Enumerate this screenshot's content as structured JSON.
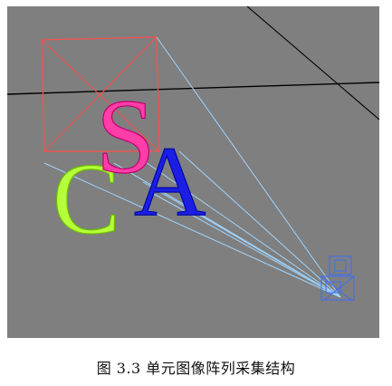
{
  "viewport": {
    "background": "#7f7f7f",
    "letters": [
      {
        "id": "S",
        "char": "S",
        "color": "#ff3ea8"
      },
      {
        "id": "A",
        "char": "A",
        "color": "#1c1ee6"
      },
      {
        "id": "C",
        "char": "C",
        "color": "#b6ff3a"
      }
    ],
    "colors": {
      "frustum_lines": "#9fd4ff",
      "frame_box": "#ff4d4d",
      "horizon_line": "#000000",
      "camera_icon": "#3b6cff"
    },
    "icons": [
      "camera-icon"
    ]
  },
  "caption": {
    "text": "图 3.3  单元图像阵列采集结构"
  }
}
